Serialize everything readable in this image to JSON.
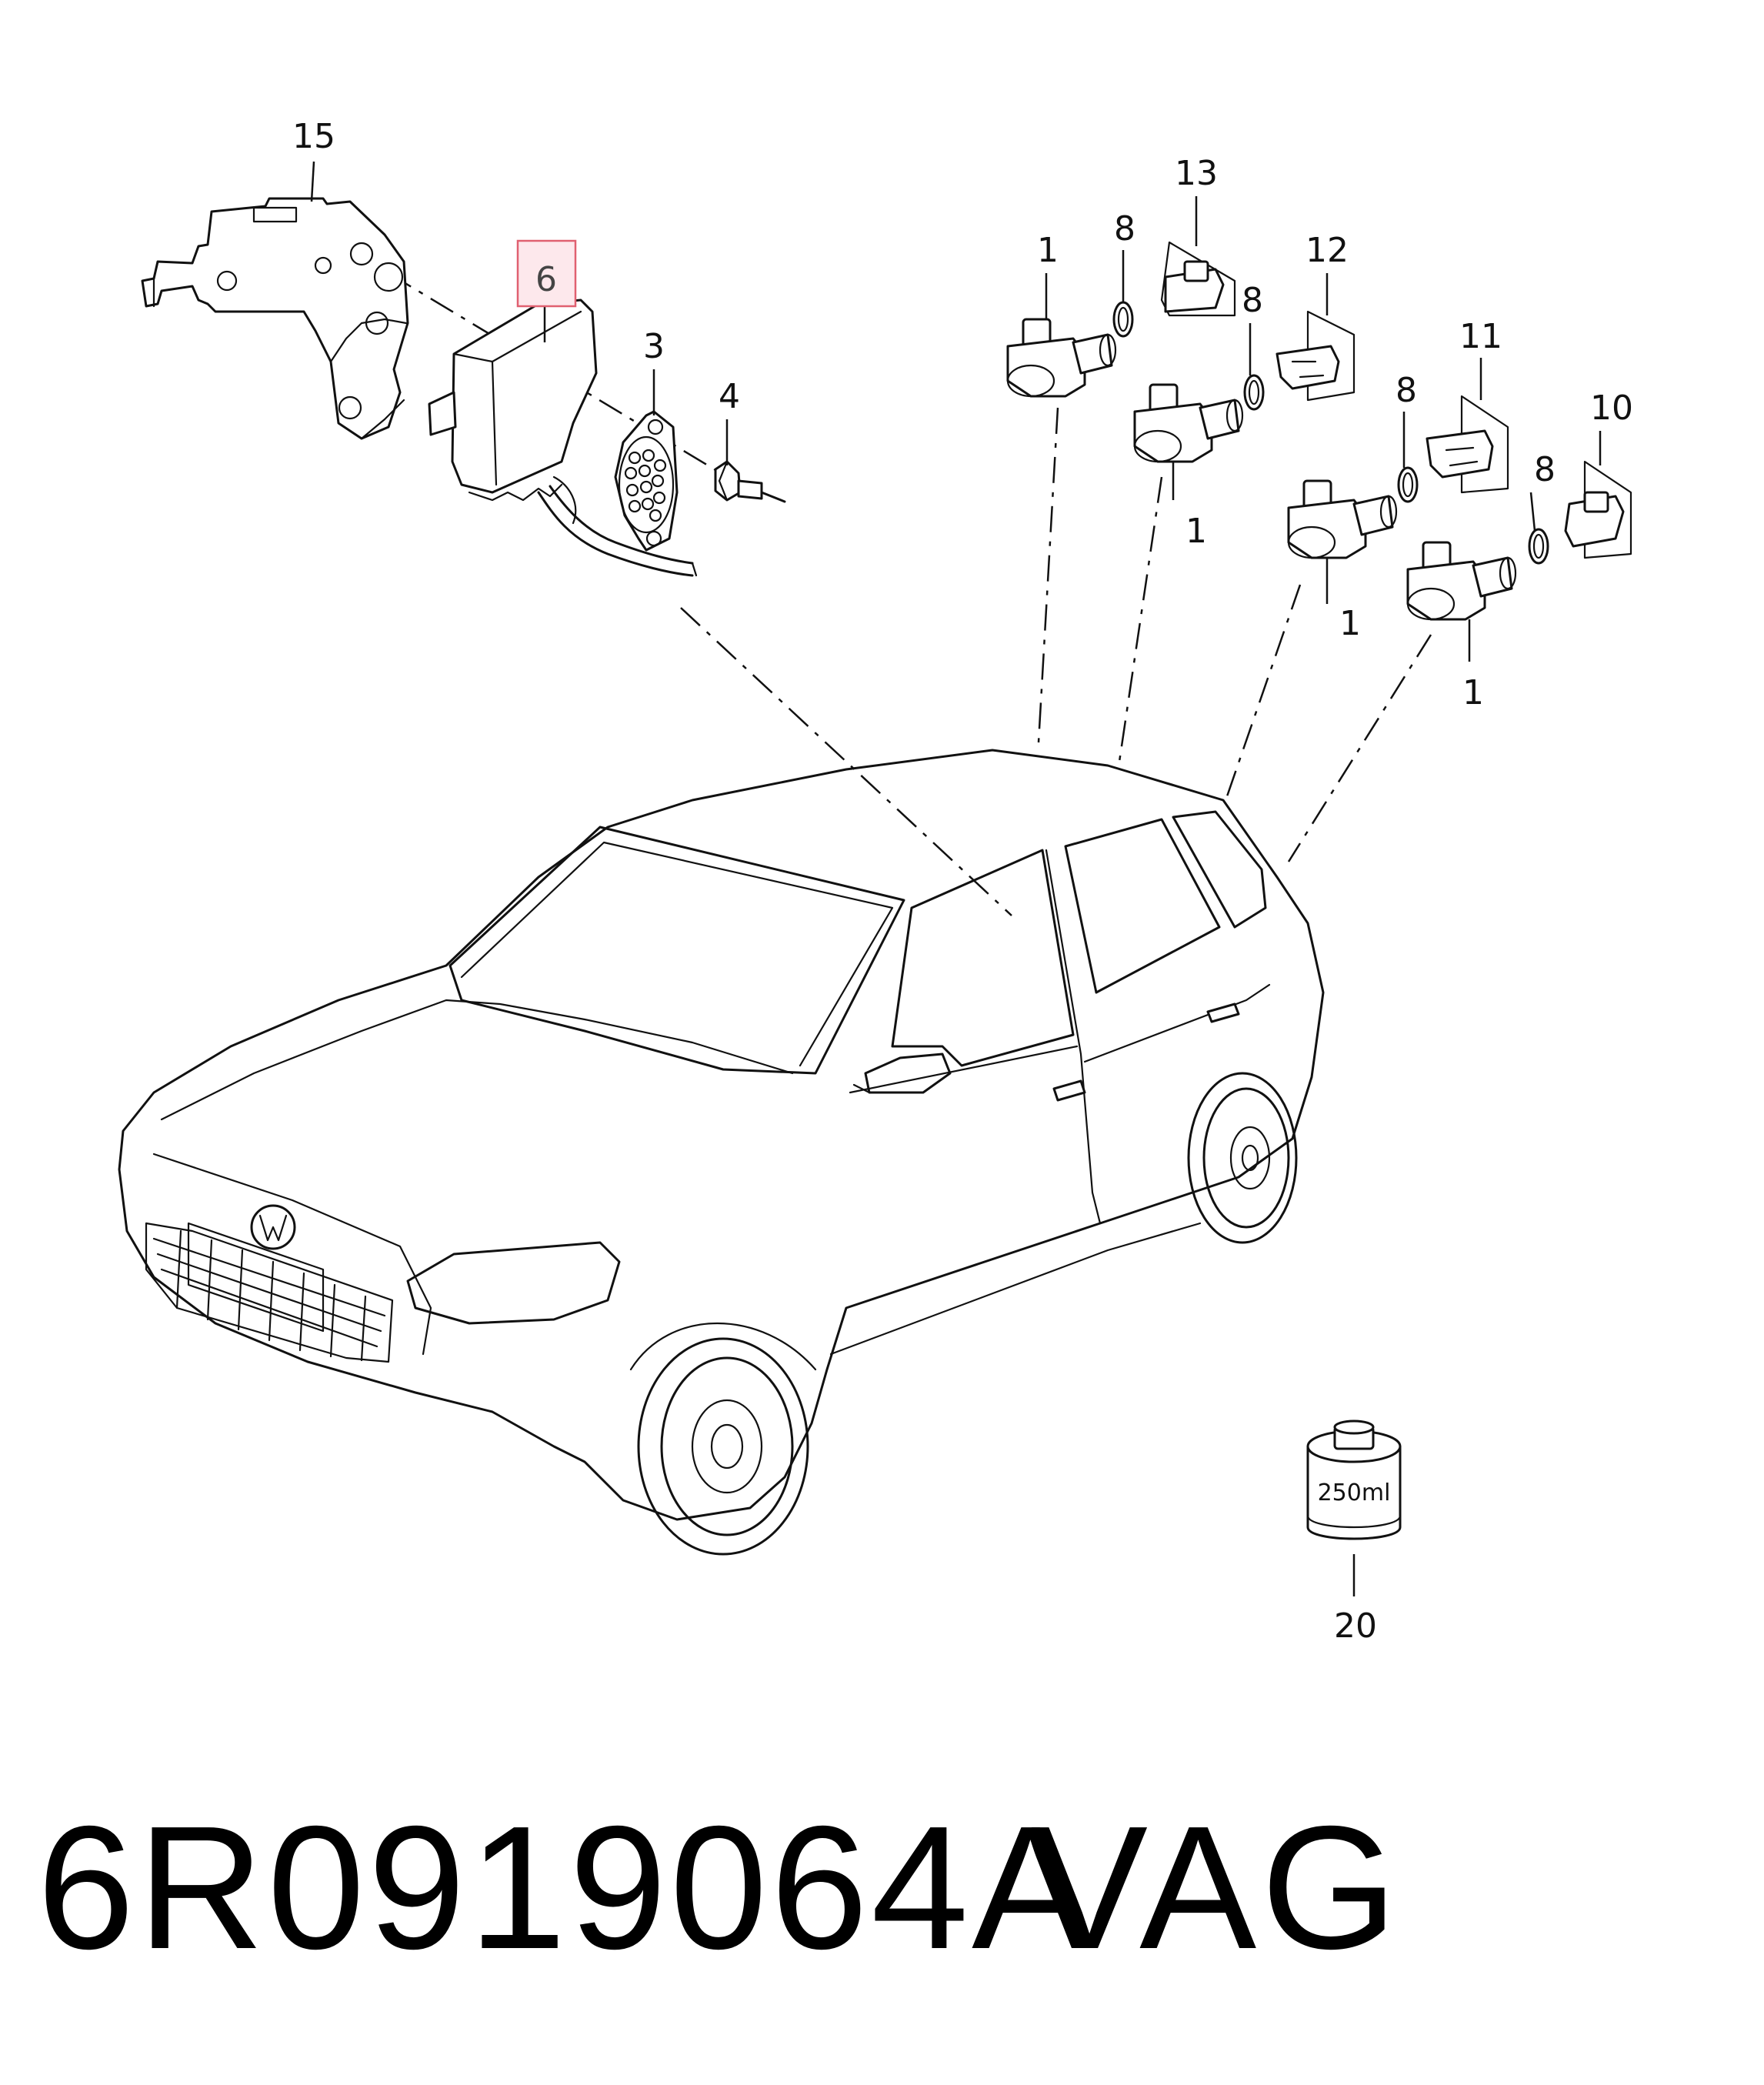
{
  "callouts": {
    "c15": "15",
    "c6": "6",
    "c3": "3",
    "c4": "4",
    "c1a": "1",
    "c8a": "8",
    "c13": "13",
    "c8b": "8",
    "c12": "12",
    "c1b": "1",
    "c8c": "8",
    "c11": "11",
    "c1c": "1",
    "c8d": "8",
    "c10": "10",
    "c1d": "1",
    "c20": "20"
  },
  "bottle_label": "250ml",
  "highlight_color": "#e06070",
  "footer": {
    "part_number": "6R0919064A",
    "brand": "VAG"
  }
}
